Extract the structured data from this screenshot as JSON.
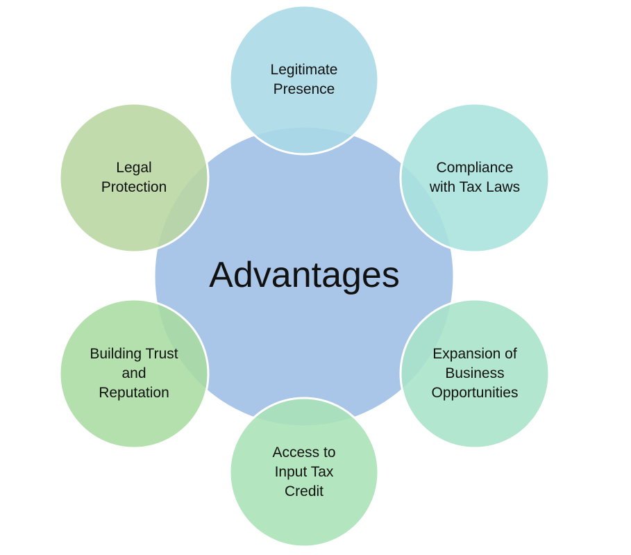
{
  "center": {
    "label": "Advantages",
    "color": "#a9c6e8"
  },
  "nodes": [
    {
      "name": "node-legitimate-presence",
      "lines": [
        "Legitimate",
        "Presence"
      ],
      "color": "#a8d9e6"
    },
    {
      "name": "node-compliance-with-tax-laws",
      "lines": [
        "Compliance",
        "with Tax Laws"
      ],
      "color": "#a8e3dc"
    },
    {
      "name": "node-expansion-of-business-opportunities",
      "lines": [
        "Expansion of",
        "Business",
        "Opportunities"
      ],
      "color": "#a8e3c8"
    },
    {
      "name": "node-access-to-input-tax-credit",
      "lines": [
        "Access to",
        "Input Tax",
        "Credit"
      ],
      "color": "#a8e2b5"
    },
    {
      "name": "node-building-trust-and-reputation",
      "lines": [
        "Building Trust",
        "and",
        "Reputation"
      ],
      "color": "#a8dca0"
    },
    {
      "name": "node-legal-protection",
      "lines": [
        "Legal",
        "Protection"
      ],
      "color": "#b8d6a2"
    }
  ]
}
